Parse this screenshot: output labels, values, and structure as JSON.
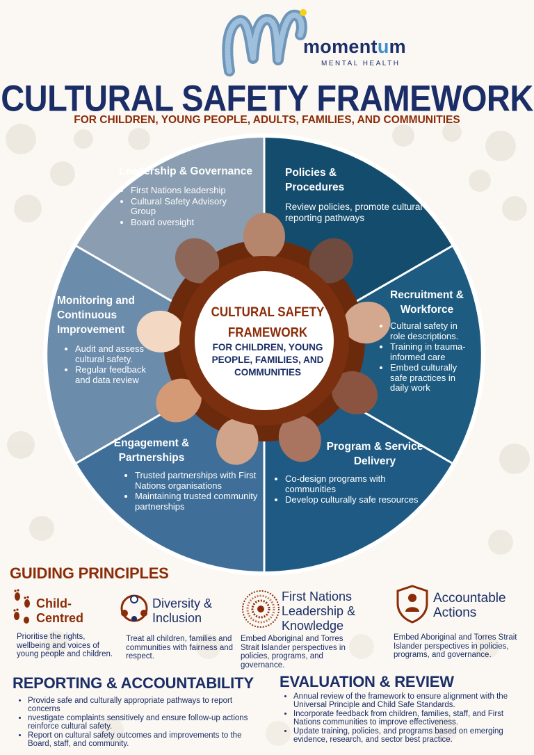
{
  "brand": {
    "name_part1": "moment",
    "name_part2": "u",
    "name_part3": "m",
    "subtitle": "MENTAL HEALTH"
  },
  "header": {
    "title": "CULTURAL SAFETY FRAMEWORK",
    "subtitle": "FOR CHILDREN, YOUNG PEOPLE, ADULTS, FAMILIES, AND COMMUNITIES"
  },
  "colors": {
    "navy": "#1a2d66",
    "brown": "#8b2b07",
    "seg_leadership": "#8a9db1",
    "seg_policies": "#144c6d",
    "seg_recruitment": "#1d5b80",
    "seg_program": "#1e5a83",
    "seg_engagement": "#3f6f98",
    "seg_monitoring": "#6c8cab"
  },
  "wheel": {
    "leadership": {
      "title": "Leadership & Governance",
      "items": [
        "First Nations leadership",
        "Cultural Safety Advisory Group",
        "Board oversight"
      ]
    },
    "policies": {
      "title": "Policies & Procedures",
      "text": "Review policies, promote cultural reporting pathways"
    },
    "recruitment": {
      "title": "Recruitment & Workforce",
      "items": [
        "Cultural safety in role descriptions.",
        "Training in trauma-informed care",
        "Embed culturally safe practices in daily work"
      ]
    },
    "program": {
      "title": "Program & Service Delivery",
      "items": [
        "Co-design programs with communities",
        "Develop culturally safe resources"
      ]
    },
    "engagement": {
      "title": "Engagement & Partnerships",
      "items": [
        "Trusted partnerships with First Nations organisations",
        "Maintaining trusted community partnerships"
      ]
    },
    "monitoring": {
      "title": "Monitoring and Continuous Improvement",
      "items": [
        "Audit and assess cultural safety.",
        "Regular feedback and data review"
      ]
    },
    "center": {
      "title_line1": "CULTURAL SAFETY",
      "title_line2": "FRAMEWORK",
      "subtitle": "FOR CHILDREN, YOUNG PEOPLE, FAMILIES, AND COMMUNITIES"
    }
  },
  "guiding_principles": {
    "title": "GUIDING PRINCIPLES",
    "items": [
      {
        "title": "Child-Centred",
        "icon": "footprints-icon",
        "desc": "Prioritise the rights, wellbeing and voices of young people and children."
      },
      {
        "title": "Diversity & Inclusion",
        "icon": "people-circle-icon",
        "desc": "Treat all children, families and communities with fairness and respect."
      },
      {
        "title": "First Nations Leadership & Knowledge",
        "icon": "dot-painting-icon",
        "desc": "Embed Aboriginal and Torres Strait Islander perspectives in policies, programs, and governance."
      },
      {
        "title": "Accountable Actions",
        "icon": "child-shield-icon",
        "desc": "Embed Aboriginal and Torres Strait Islander perspectives in policies, programs, and governance."
      }
    ]
  },
  "reporting": {
    "title": "REPORTING & ACCOUNTABILITY",
    "items": [
      "Provide safe and culturally appropriate pathways to report concerns",
      "nvestigate complaints sensitively and ensure follow-up actions reinforce cultural safety.",
      "Report on cultural safety outcomes and improvements to the Board, staff, and community."
    ]
  },
  "evaluation": {
    "title": "EVALUATION & REVIEW",
    "items": [
      "Annual review of the framework to ensure alignment with the Universal Principle and Child Safe Standards.",
      "Incorporate feedback from children, families, staff, and First Nations communities to improve effectiveness.",
      "Update training, policies, and programs based on emerging evidence, research, and sector best practice."
    ]
  }
}
